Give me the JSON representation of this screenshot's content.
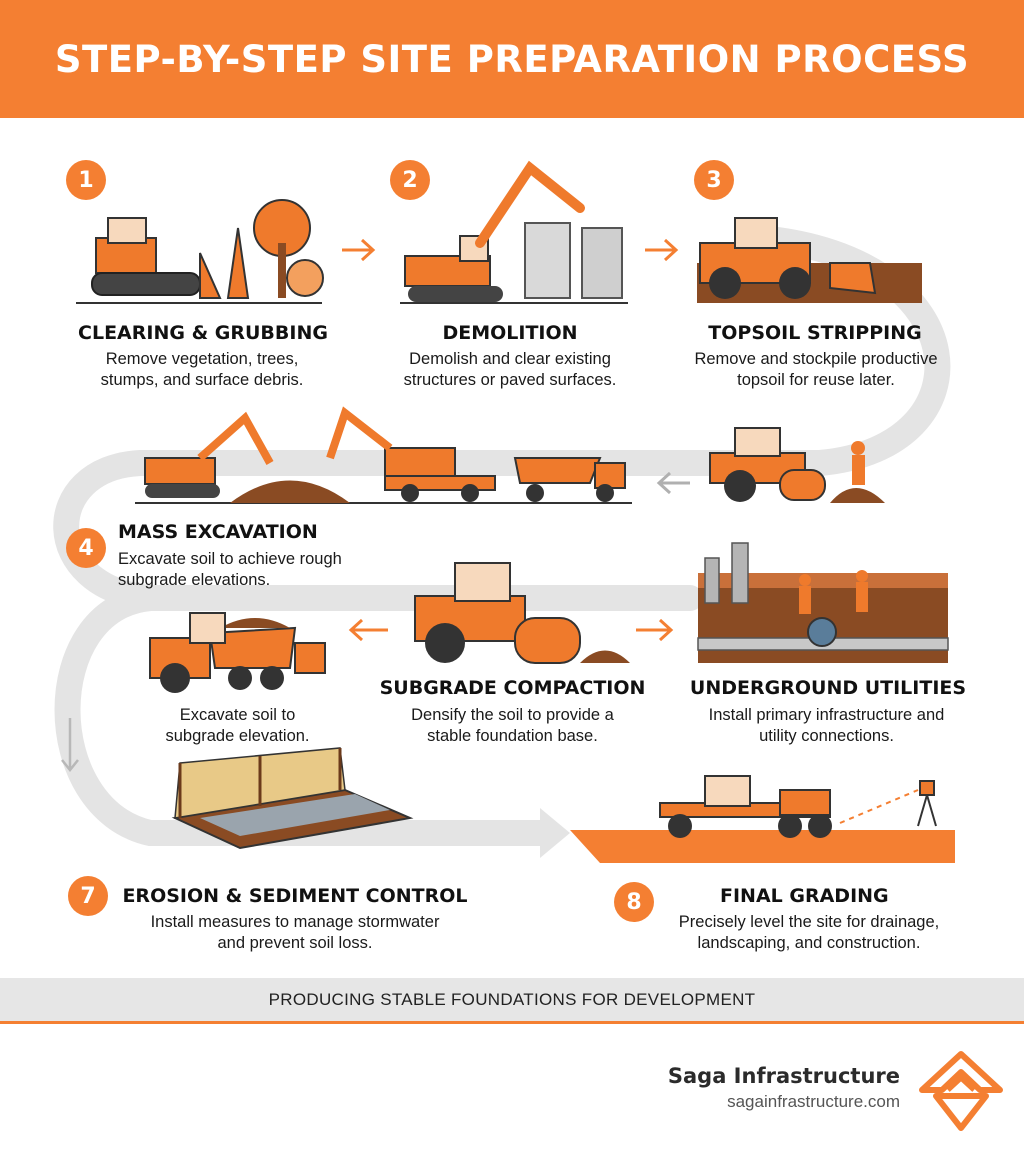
{
  "header": {
    "title": "STEP-BY-STEP SITE PREPARATION PROCESS"
  },
  "steps": [
    {
      "number": "1",
      "title": "CLEARING & GRUBBING",
      "description": "Remove vegetation, trees, stumps, and surface debris.",
      "icon": "bulldozer-trees-icon"
    },
    {
      "number": "2",
      "title": "DEMOLITION",
      "description": "Demolish and clear existing structures or paved surfaces.",
      "icon": "excavator-breaker-icon"
    },
    {
      "number": "3",
      "title": "TOPSOIL STRIPPING",
      "description": "Remove and stockpile productive topsoil for reuse later.",
      "icon": "loader-topsoil-icon"
    },
    {
      "number": "4",
      "title": "MASS EXCAVATION",
      "description": "Excavate soil to achieve rough subgrade elevations.",
      "icon": "excavators-trucks-icon"
    },
    {
      "number": "",
      "title": "SUBGRADE COMPACTION",
      "description": "Densify the soil to provide a stable foundation base.",
      "icon": "roller-compactor-icon"
    },
    {
      "number": "",
      "title": "UNDERGROUND UTILITIES",
      "description": "Install primary infrastructure and utility connections.",
      "icon": "utility-pipes-icon"
    },
    {
      "number": "7",
      "title": "EROSION & SEDIMENT CONTROL",
      "description": "Install measures to manage stormwater and prevent soil loss.",
      "icon": "silt-fence-icon"
    },
    {
      "number": "8",
      "title": "FINAL GRADING",
      "description": "Precisely level the site for drainage, landscaping, and construction.",
      "icon": "motor-grader-icon"
    }
  ],
  "extra_caption": "Excavate soil to subgrade elevation.",
  "footer": {
    "tagline": "PRODUCING STABLE FOUNDATIONS FOR DEVELOPMENT"
  },
  "brand": {
    "name": "Saga Infrastructure",
    "url": "sagainfrastructure.com",
    "logo": "saga-triangle-logo-icon"
  },
  "colors": {
    "accent": "#f47f32",
    "path": "#e4e4e4",
    "soil": "#8a4b23",
    "machine": "#ef7a2c"
  }
}
